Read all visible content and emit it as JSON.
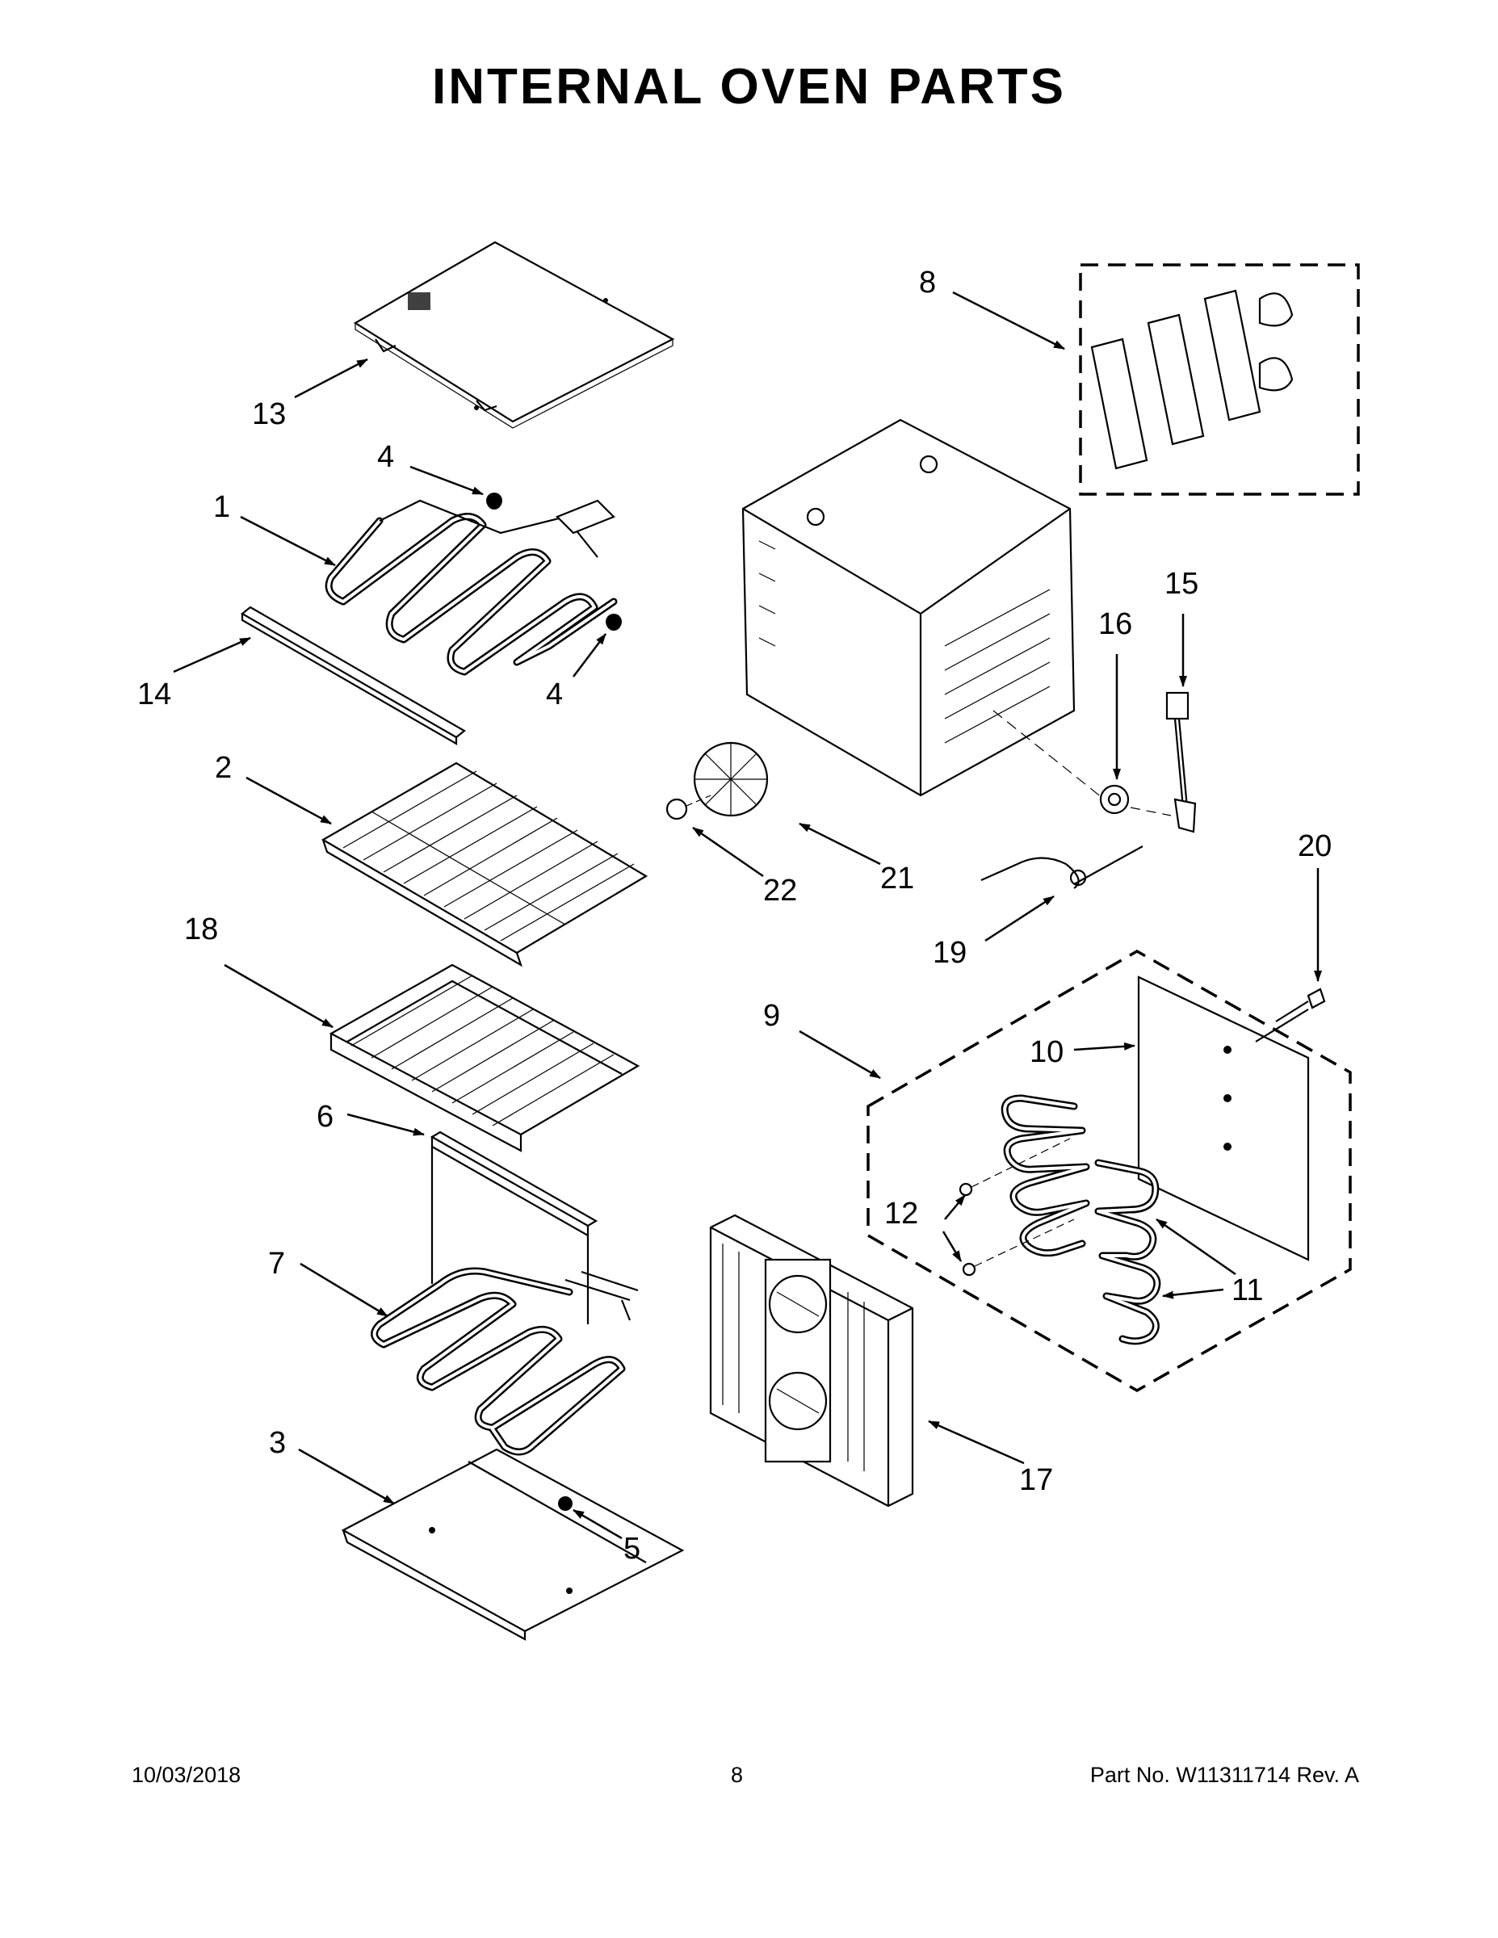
{
  "page": {
    "title": "INTERNAL OVEN PARTS",
    "footer": {
      "date": "10/03/2018",
      "page_number": "8",
      "part_info": "Part No.  W11311714  Rev.  A"
    }
  },
  "callouts": [
    {
      "id": "c13",
      "label": "13"
    },
    {
      "id": "c4a",
      "label": "4"
    },
    {
      "id": "c1",
      "label": "1"
    },
    {
      "id": "c4b",
      "label": "4"
    },
    {
      "id": "c14",
      "label": "14"
    },
    {
      "id": "c2",
      "label": "2"
    },
    {
      "id": "c18",
      "label": "18"
    },
    {
      "id": "c6",
      "label": "6"
    },
    {
      "id": "c7",
      "label": "7"
    },
    {
      "id": "c3",
      "label": "3"
    },
    {
      "id": "c5",
      "label": "5"
    },
    {
      "id": "c8",
      "label": "8"
    },
    {
      "id": "c15",
      "label": "15"
    },
    {
      "id": "c16",
      "label": "16"
    },
    {
      "id": "c22",
      "label": "22"
    },
    {
      "id": "c21",
      "label": "21"
    },
    {
      "id": "c20",
      "label": "20"
    },
    {
      "id": "c19",
      "label": "19"
    },
    {
      "id": "c9",
      "label": "9"
    },
    {
      "id": "c10",
      "label": "10"
    },
    {
      "id": "c12",
      "label": "12"
    },
    {
      "id": "c11a",
      "label": "11"
    },
    {
      "id": "c11b",
      "label": "11"
    },
    {
      "id": "c17",
      "label": "17"
    }
  ]
}
